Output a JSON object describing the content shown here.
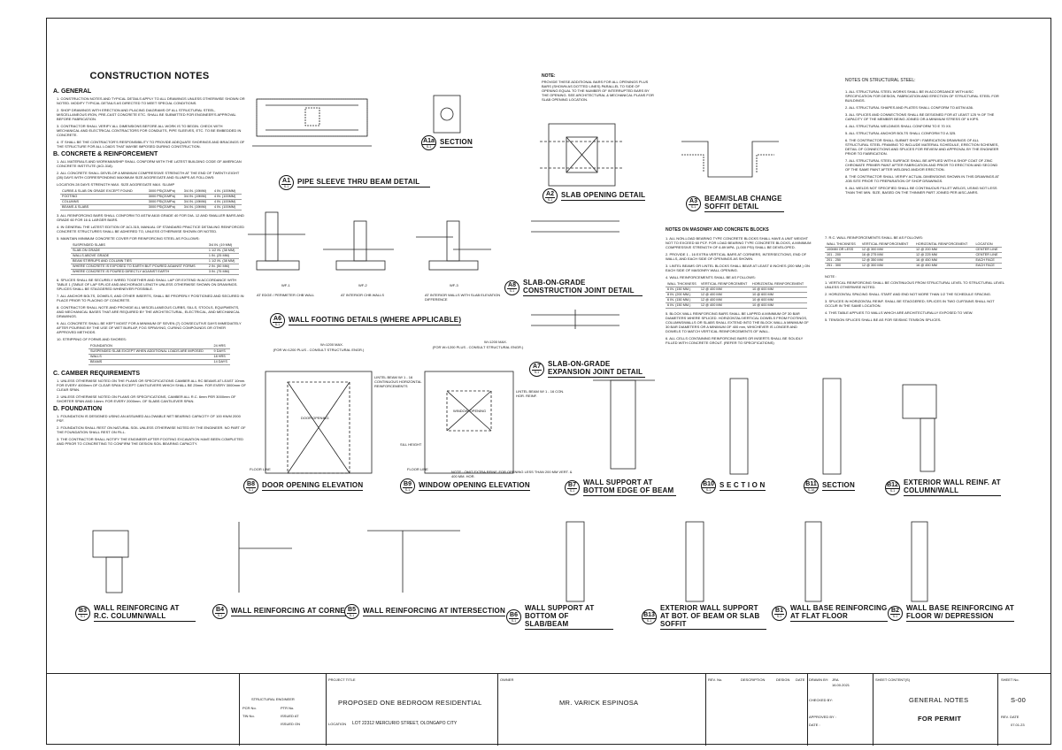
{
  "main_title": "CONSTRUCTION NOTES",
  "general": {
    "heading": "A. GENERAL",
    "notes": [
      "1. CONSTRUCTION NOTES AND TYPICAL DETAILS APPLY TO ALL DRAWINGS UNLESS OTHERWISE SHOWN OR NOTED. MODIFY TYPICAL DETAILS AS DIRECTED TO MEET SPECIAL CONDITIONS.",
      "2. SHOP DRAWINGS WITH ERECTION AND PLACING DIAGRAMS OF ALL STRUCTURAL STEEL, MISCELLANEOUS IRON, PRE-CAST CONCRETE ETC. SHALL BE SUBMITTED FOR ENGINEER'S APPROVAL BEFORE FABRICATION.",
      "3. CONTRACTOR SHALL VERIFY ALL DIMENSIONS BEFORE ALL WORK IS TO BEGIN. CHECK WITH MECHANICAL AND ELECTRICAL CONTRACTORS FOR CONDUITS, PIPE SLEEVES, ETC. TO BE EMBEDDED IN CONCRETE.",
      "4. IT SHALL BE THE CONTRACTOR'S RESPONSIBILITY TO PROVIDE ADEQUATE SHORINGS AND BRACINGS OF THE STRUCTURE FOR ALL LOADS THAT MAYBE IMPOSED DURING CONSTRUCTION."
    ]
  },
  "concrete": {
    "heading": "B. CONCRETE & REINFORCEMENT",
    "notes": [
      "1. ALL MATERIALS AND WORKMANSHIP SHALL CONFORM WITH THE LATEST BUILDING CODE OF AMERICAN CONCRETE INSTITUTE (ACI-318).",
      "2. ALL CONCRETE SHALL DEVELOP A MINIMUM COMPRESSIVE STRENGTH AT THE END OF TWENTY-EIGHT (28) DAYS WITH CORRESPONDING MAXIMUM SIZE AGGREGATE AND SLUMPS AS FOLLOWS:"
    ],
    "table_header": "LOCATION    28 DAYS STRENGTH   MAX. SIZE AGGREGATE  MAX. SLUMP",
    "table_rows": [
      [
        "CURBS & SLAB ON GRADE EXCEPT FOUND",
        "3000 PSI(21MPa)",
        "3/4 IN. (19MM)",
        "4 IN. (100MM)"
      ],
      [
        "FOOTING",
        "3000 PSI(21MPa)",
        "3/4 IN. (19MM)",
        "4 IN. (100MM)"
      ],
      [
        "COLUMNS",
        "3000 PSI(21MPa)",
        "3/4 IN. (19MM)",
        "4 IN. (100MM)"
      ],
      [
        "BEAMS & SLABS",
        "3000 PSI(21MPa)",
        "3/4 IN. (19MM)",
        "4 IN. (100MM)"
      ]
    ],
    "notes2": [
      "3. ALL REINFORCING BARS SHALL CONFORM TO ASTM A615 GRADE 40 FOR DIA. 12 AND SMALLER BARS AND GRADE 60 FOR 16 & LARGER BARS.",
      "4. IN GENERAL THE LATEST EDITION OF ACI-315, MANUAL OF STANDARD PRACTICE DETAILING REINFORCED CONCRETE STRUCTURES SHALL BE ADHERED TO, UNLESS OTHERWISE SHOWN OR NOTED.",
      "5. MAINTAIN MINIMUM CONCRETE COVER FOR REINFORCING STEEL AS FOLLOWS:"
    ],
    "cover": [
      [
        "SUSPENDED SLABS",
        "3/4 IN. (19 MM)"
      ],
      [
        "SLAB ON GRADE",
        "1 1/2 IN. (38 MM)"
      ],
      [
        "WALLS ABOVE GRADE",
        "1 IN. (25 MM)"
      ],
      [
        "BEAM STIRRUPS AND COLUMN TIES",
        "1 1/2 IN. (38 MM)"
      ],
      [
        "WHERE CONCRETE IS EXPOSED TO EARTH BUT POURED AGAINST FORMS",
        "2 IN. (50 MM)"
      ],
      [
        "WHERE CONCRETE IS POURED DIRECTLY AGAINST EARTH",
        "3 IN. (75 MM)"
      ]
    ],
    "notes3": [
      "6. SPLICES SHALL BE SECURELY WIRED TOGETHER AND SHALL LAP OR EXTEND IN ACCORDANCE WITH TABLE 1 (TABLE OF LAP SPLICE AND ANCHORAGE LENGTH UNLESS OTHERWISE SHOWN ON DRAWINGS. SPLICES SHALL BE STAGGERED WHENEVER POSSIBLE.",
      "7. ALL ANCHOR BOLTS, DOWELS, AND OTHER INSERTS, SHALL BE PROPERLY POSITIONED AND SECURED IN PLACE PRIOR TO PLACING OF CONCRETE.",
      "8. CONTRACTOR SHALL NOTE AND PROVIDE ALL MISCELLANEOUS CURBS, SILLS, STOOLS, EQUIPMENTS, AND MECHANICAL BASES THAT ARE REQUIRED BY THE ARCHITECTURAL, ELECTRICAL, AND MECHANICAL DRAWINGS.",
      "9. ALL CONCRETE SHALL BE KEPT MOIST FOR A MINIMUM OF SEVEN (7) CONSECUTIVE DAYS IMMEDIATELY AFTER POURING BY THE USE OF WET BURLAP, FOG SPRAYING, CURING COMPOUNDS OR OTHER APPROVED METHODS.",
      "10. STRIPPING OF FORMS AND SHORES:"
    ],
    "stripping": [
      [
        "FOUNDATION",
        "24 HRS"
      ],
      [
        "SUSPENDED SLAB EXCEPT WHEN ADDITIONAL LOADS ARE IMPOSED",
        "9 DAYS"
      ],
      [
        "WALLS",
        "18 HRS"
      ],
      [
        "BEAMS",
        "14 DAYS"
      ]
    ]
  },
  "camber": {
    "heading": "C. CAMBER REQUIREMENTS",
    "notes": [
      "1. UNLESS OTHERWISE NOTED ON THE PLANS OR SPECIFICATIONS CAMBER ALL RC BEAMS AT LEAST 10mm. FOR EVERY 4000mm OF CLEAR SPAN EXCEPT CANTILEVERS WHICH SHALL BE 25mm. FOR EVERY 3000mm OF CLEAR SPAN.",
      "2. UNLESS OTHERWISE NOTED ON PLANS OR SPECIFICATIONS, CAMBER ALL R.C. 6mm PER 3000mm OF SHORTER SPAN AND 14mm. FOR EVERY 2000mm. OF SLABS CANTILEVER SPAN."
    ]
  },
  "foundation": {
    "heading": "D. FOUNDATION",
    "notes": [
      "1. FOUNDATION IS DESIGNED USING AN ASSUMED ALLOWABLE NET BEARING CAPACITY OF 100 KN/M  2000 PSF.",
      "2. FOUNDATION SHALL REST ON NATURAL SOIL UNLESS OTHERWISE NOTED BY THE ENGINEER. NO PART OF THE FOUNDATION SHALL REST ON FILL.",
      "3. THE CONTRACTOR SHALL NOTIFY THE ENGINEER AFTER FOOTING EXCAVATION HAVE BEEN COMPLETED AND PRIOR TO CONCRETING TO CONFIRM THE DESIGN SOIL BEARING CAPACITY."
    ]
  },
  "slab_opening_note": {
    "heading": "NOTE:",
    "text": "PROVIDE THESE ADDITIONAL BARS FOR ALL OPENINGS PLUS BARS (SHOWN AS DOTTED LINES) PARALLEL TO SIDE OF OPENING EQUAL TO THE NUMBER OF INTERRUPTED BARS BY THE OPENING. SEE ARCHITECTURAL & MECHANICAL PLANS FOR SLAB OPENING LOCATION."
  },
  "masonry": {
    "heading": "NOTES ON MASONRY AND CONCRETE BLOCKS",
    "notes": [
      "1. ALL NON-LOAD BEARING TYPE CONCRETE BLOCKS SHALL HAVE A UNIT WEIGHT NOT TO EXCEED 60 PCF. FOR LOAD BEARING TYPE CONCRETE BLOCKS, A MINIMUM COMPRESSIVE STRENGTH OF 6.89 MPA. (1,000 PSI) SHALL BE DEVELOPED.",
      "2. PROVIDE 1 - 16 EXTRA VERTICAL BARS AT CORNERS, INTERSECTIONS, END OF WALLS, AND EACH SIDE OF OPENINGS AS SHOWN.",
      "3. LINTEL BEAMS OR LINTEL BLOCKS SHALL BEAR AT LEAST 8 INCHES (200 MM.) ON EACH SIDE OF MASONRY WALL OPENING.",
      "4. WALL REINFORCEMENTS SHALL BE AS FOLLOWS:"
    ],
    "table_header": [
      "WALL THICKNESS",
      "VERTICAL REINFORCEMENT",
      "HORIZONTAL REINFORCEMENT"
    ],
    "table_rows": [
      [
        "6 IN. (150 MM.)",
        "12 @ 400 MM",
        "10 @ 600 MM"
      ],
      [
        "8 IN. (200 MM.)",
        "12 @ 400 MM",
        "10 @ 600 MM"
      ],
      [
        "6 IN. (150 MM.)",
        "12 @ 400 MM",
        "10 @ 600 MM"
      ],
      [
        "6 IN. (150 MM.)",
        "12 @ 400 MM",
        "10 @ 600 MM"
      ]
    ],
    "notes2": [
      "5. BLOCK WALL REINFORCING BARS SHALL BE LAPPED A MINIMUM OF 30 BAR DIAMETERS WHERE SPLICED. HORIZONTAL/VERTICAL DOWELS FROM FOOTINGS, COLUMNS/WALLS OR SLABS SHALL EXTEND INTO THE BLOCK WALL A MINIMUM OF 30 BAR DIAMETERS OR A MINIMUM OF 400 mm, WHICHEVER IS LONGER AND DOWELS TO MATCH VERTICAL REINFORCEMENTS OF WALL.",
      "6. ALL CELLS CONTAINING REINFORCING BARS OR INSERTS SHALL BE SOLIDLY FILLED WITH CONCRETE GROUT. (REFER TO SPECIFICATIONS)"
    ]
  },
  "steel": {
    "heading": "NOTES ON STRUCTURAL STEEL:",
    "notes": [
      "1. ALL STRUCTURAL STEEL WORKS SHALL BE IN ACCORDANCE WITH AISC SPECIFICATION FOR DESIGN, FABRICATION AND ERECTION OF STRUCTURAL STEEL FOR BUILDINGS.",
      "2. ALL STRUCTURAL SHAPES AND PLATES SHALL CONFORM TO ASTM A36.",
      "3. ALL SPLICES AND CONNECTIONS SHALL BE DESIGNED FOR AT LEAST 125 % OF THE CAPACITY OF THE MEMBER BEING JOINED OR A MINIMUM STRESS OF 6 KIPS.",
      "4. ALL STRUCTURAL WELDINGS SHALL CONFORM TO E 70 XX.",
      "5. ALL STRUCTURAL ANCHOR BOLTS SHALL CONFORM TO A 325.",
      "6. THE CONTRACTOR SHALL SUBMIT SHOP / FABRICATION DRAWINGS OF ALL STRUCTURAL STEEL FRAMING TO INCLUDE MATERIAL SCHEDULE, ERECTION SCHEMES, DETAIL OF CONNECTIONS AND SPLICES FOR REVIEW AND APPROVAL BY THE ENGINEER PRIOR TO FABRICATION.",
      "7. ALL STRUCTURAL STEEL SURFACE SHALL BE APPLIED WITH A SHOP COAT OF ZINC CHROMATE PRIMER PAINT AFTER FABRICATION AND PRIOR TO ERECTION AND SECOND OF THE SAME PAINT AFTER WELDING AND/OR ERECTION.",
      "8. THE CONTRACTOR SHALL VERIFY ACTUAL DIMENSIONS SHOWN IN THIS DRAWINGS AT JOB SITE PRIOR TO PREPARATION OF SHOP DRAWINGS.",
      "9. ALL WELDS NOT SPECIFIED SHALL BE CONTINUOUS FILLET WELDS, USING NOT LESS THAN THE MIN. SIZE, BASED ON THE THINNER PART JOINED PER AISC-ANRS."
    ]
  },
  "cmu": {
    "heading": "7. R.C. WALL REINFORCEMENTS SHALL BE AS FOLLOWS:",
    "table_header": [
      "WALL THICKNESS",
      "VERTICAL REINFORCEMENT",
      "HORIZONTAL REINFORCEMENT",
      "LOCATION"
    ],
    "table_rows": [
      [
        "100MM OR LESS",
        "12 @ 300 MM",
        "12 @ 200 MM",
        "CENTER LINE"
      ],
      [
        "101 - 200",
        "16 @ 275 MM",
        "12 @ 225 MM",
        "CENTER LINE"
      ],
      [
        "201 - 250",
        "12 @ 350 MM",
        "16 @ 450 MM",
        "EACH FACE"
      ],
      [
        "251 - 300",
        "12 @ 300 MM",
        "16 @ 450 MM",
        "EACH FACE"
      ]
    ],
    "note_label": "NOTE :",
    "notes": [
      "1. VERTICAL REINFORCING SHALL BE CONTINUOUS FROM STRUCTURAL LEVEL TO STRUCTURAL LEVEL UNLESS OTHERWISE NOTED.",
      "2. HORIZONTAL SPACING SHALL START AND END NOT MORE THAN 1/2 THE SCHEDULE SPACING.",
      "3. SPLICES IN HORIZONTAL REINF. SHALL BE STAGGERED; SPLICES IN TWO CURTAINS SHALL NOT OCCUR IN THE SAME LOCATION.",
      "4. THIS TABLE APPLIES TO WALLS WHICH ARE ARCHITECTURALLY EXPOSED TO VIEW.",
      "5. TENSION SPLICES SHALL BE AS FOR SEISMIC TENSION SPLICES."
    ]
  },
  "details": [
    {
      "id": "A1",
      "sheet": "S-1",
      "title": "PIPE SLEEVE THRU BEAM DETAIL"
    },
    {
      "id": "A1a",
      "sheet": "S-1",
      "title": "SECTION"
    },
    {
      "id": "A2",
      "sheet": "S-1",
      "title": "SLAB OPENING DETAIL"
    },
    {
      "id": "A3",
      "sheet": "S-1",
      "title": "BEAM/SLAB CHANGE SOFFIT DETAIL"
    },
    {
      "id": "A6",
      "sheet": "S-1",
      "title": "WALL FOOTING DETAILS (WHERE APPLICABLE)"
    },
    {
      "id": "A8",
      "sheet": "S-1",
      "title": "SLAB-ON-GRADE CONSTRUCTION JOINT DETAIL"
    },
    {
      "id": "A7",
      "sheet": "S-1",
      "title": "SLAB-ON-GRADE EXPANSION JOINT DETAIL"
    },
    {
      "id": "B8",
      "sheet": "S-1",
      "title": "DOOR OPENING ELEVATION"
    },
    {
      "id": "B9",
      "sheet": "S-1",
      "title": "WINDOW OPENING ELEVATION"
    },
    {
      "id": "B7",
      "sheet": "S-1",
      "title": "WALL SUPPORT AT BOTTOM EDGE OF BEAM"
    },
    {
      "id": "B10",
      "sheet": "S-1",
      "title": "S E C T I O N"
    },
    {
      "id": "B11",
      "sheet": "S-1A",
      "title": "SECTION"
    },
    {
      "id": "B12",
      "sheet": "S-1",
      "title": "EXTERIOR WALL REINF. AT COLUMN/WALL"
    },
    {
      "id": "B3",
      "sheet": "S-1",
      "title": "WALL REINFORCING AT R.C. COLUMN/WALL"
    },
    {
      "id": "B4",
      "sheet": "S-1",
      "title": "WALL REINFORCING AT CORNER"
    },
    {
      "id": "B5",
      "sheet": "S-1",
      "title": "WALL REINFORCING AT INTERSECTION"
    },
    {
      "id": "B6",
      "sheet": "S-1",
      "title": "WALL SUPPORT AT BOTTOM OF SLAB/BEAM"
    },
    {
      "id": "B13",
      "sheet": "S-1",
      "title": "EXTERIOR WALL SUPPORT AT BOT. OF BEAM OR SLAB SOFFIT"
    },
    {
      "id": "B1",
      "sheet": "S-1",
      "title": "WALL BASE REINFORCING AT FLAT FLOOR"
    },
    {
      "id": "B2",
      "sheet": "S-1",
      "title": "WALL BASE REINFORCING AT FLOOR W/ DEPRESSION"
    }
  ],
  "wall_labels": {
    "wf1": "WF-1",
    "wf2": "WF-2",
    "wf3": "WF-3",
    "wf1_cap": "AT EDGE / PERIMETER CHB WALL",
    "wf2_cap": "AT INTERIOR CHB WALLS",
    "wf3_cap": "AT INTERIOR WALLS WITH SLAB ELEVATION DIFFERENCE"
  },
  "door": {
    "width": "W=1200 MAX.",
    "sub": "(FOR W>1200 PLUS - CONSULT STRUCTURAL ENGR.)",
    "opening": "DOOR OPENING",
    "lintel": "LINTEL BEAM W/ 1 - 16 CONTINUOUS HORIZONTAL REINFORCEMENTS",
    "floor": "FLOOR LINE"
  },
  "window": {
    "width": "W=1200 MAX.",
    "sub": "(FOR W>1200 PLUS - CONSULT STRUCTURAL ENGR.)",
    "opening": "WINDOW OPENING",
    "lintel": "LINTEL BEAM W/ 1 - 16 CON. HOR. REINF.",
    "note": "NOTE : OMIT EXTRA REINF. FOR OPENING LESS THAN 200 MM VERT. & 400 MM. HOR.",
    "floor": "FLOOR LINE",
    "sill": "SILL HEIGHT"
  },
  "title_block": {
    "structural_engineer": "STRUCTURAL ENGINEER",
    "prc_no": "PCR No.",
    "ptr_no": "PTR No.",
    "tin_no": "TIN No.",
    "issued_at": "ISSUED AT",
    "issued_on": "ISSUED ON",
    "project_title_label": "PROJECT TITLE",
    "project_title": "PROPOSED ONE BEDROOM RESIDENTIAL",
    "location_label": "LOCATION",
    "location": "LOT 22312 MERCURIO STREET, OLONGAPO CITY",
    "owner_label": "OWNER",
    "owner": "MR. VARICK ESPINOSA",
    "rev_no": "REV. No.",
    "description": "DESCRIPTION",
    "design": "DESIGN",
    "date": "DATE",
    "drawn_by": "DRAWN BY:",
    "drawn_by_val": "JRA",
    "drawn_date": "16.00.2021",
    "checked_by": "CHECKED BY:",
    "approved_by": "APPROVED BY :",
    "date2": "DATE :",
    "sheet_contents_label": "SHEET CONTENT(S)",
    "sheet_contents": "GENERAL NOTES",
    "status": "FOR PERMIT",
    "sheet_no_label": "SHEET No.",
    "sheet_no": "S-00",
    "rev_date_label": "REV. DATE",
    "rev_date": "07.01.23"
  }
}
